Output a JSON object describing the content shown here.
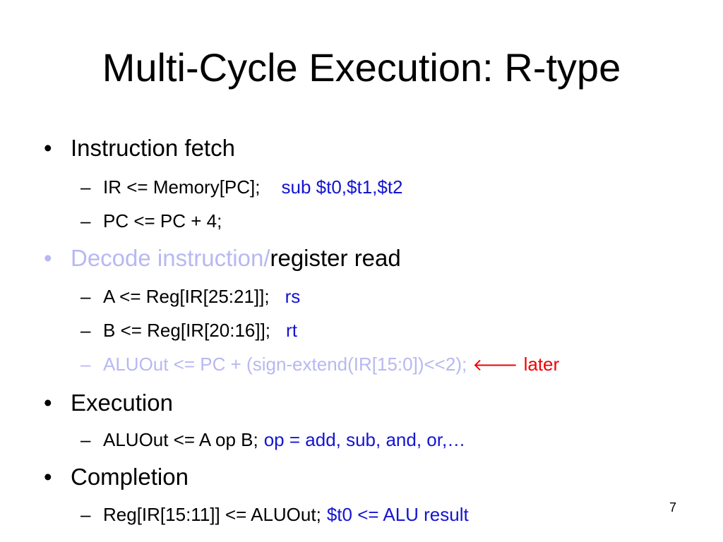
{
  "slide": {
    "title": "Multi-Cycle Execution: R-type",
    "page_number": "7",
    "bullet_glyph": "•",
    "dash_glyph": "–",
    "arrow_glyph": "🡐",
    "items": [
      {
        "main": "Instruction fetch"
      },
      {
        "text": "IR <= Memory[PC];",
        "note": "sub $t0,$t1,$t2"
      },
      {
        "text": "PC <= PC + 4;"
      },
      {
        "faded_part": "Decode instruction/",
        "main_part": "register read"
      },
      {
        "text": "A <= Reg[IR[25:21]];",
        "note": "rs"
      },
      {
        "text": "B <= Reg[IR[20:16]];",
        "note": "rt"
      },
      {
        "text": "ALUOut <= PC + (sign-extend(IR[15:0])<<2);",
        "note": "later"
      },
      {
        "main": "Execution"
      },
      {
        "text": "ALUOut <= A op B;",
        "note": "op = add, sub, and, or,…"
      },
      {
        "main": "Completion"
      },
      {
        "text": "Reg[IR[15:11]] <= ALUOut;",
        "note": "$t0 <= ALU result"
      }
    ]
  },
  "colors": {
    "text": "#000000",
    "accent_blue": "#1414d2",
    "faded_blue": "#b8b8f2",
    "red": "#f00000",
    "background": "#ffffff"
  }
}
